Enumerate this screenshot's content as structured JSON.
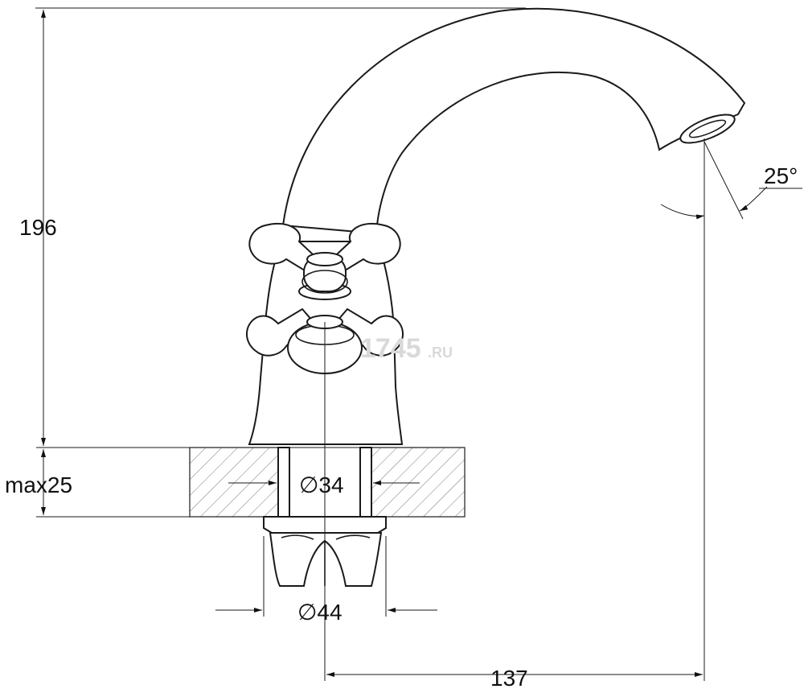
{
  "dimensions": {
    "height_total": "196",
    "countertop_thickness": "max25",
    "mounting_hole_diameter": "∅34",
    "nut_diameter": "∅44",
    "spout_reach": "137",
    "spout_angle": "25°"
  },
  "watermark": {
    "main": "1745",
    "suffix": ".RU"
  }
}
